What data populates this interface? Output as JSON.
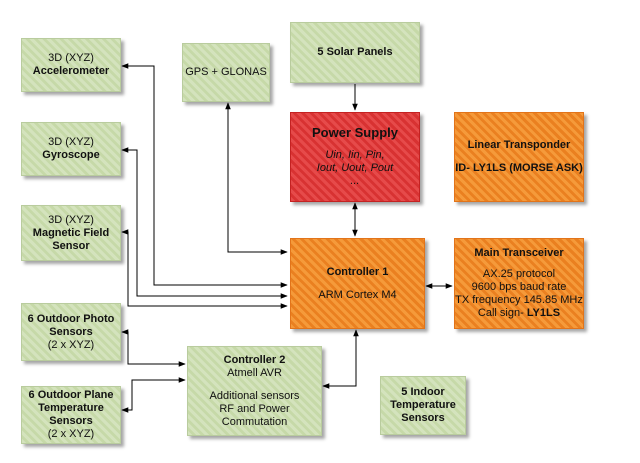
{
  "nodes": {
    "accelerometer": {
      "line1": "3D (XYZ)",
      "line2": "Accelerometer"
    },
    "gyroscope": {
      "line1": "3D (XYZ)",
      "line2": "Gyroscope"
    },
    "magnetic": {
      "line1": "3D (XYZ)",
      "line2": "Magnetic Field",
      "line3": "Sensor"
    },
    "photo": {
      "line1": "6 Outdoor Photo",
      "line2": "Sensors",
      "line3": "(2 x XYZ)"
    },
    "plane_temp": {
      "line1": "6 Outdoor Plane",
      "line2": "Temperature",
      "line3": "Sensors",
      "line4": "(2 x XYZ)"
    },
    "gps": {
      "label": "GPS + GLONAS"
    },
    "solar": {
      "label": "5 Solar Panels"
    },
    "power": {
      "title": "Power Supply",
      "line1": "Uin, Iin, Pin,",
      "line2": "Iout, Uout, Pout",
      "line3": "..."
    },
    "linear": {
      "title": "Linear Transponder",
      "id_label": "ID-",
      "id_value": "LY1LS (MORSE ASK)"
    },
    "controller1": {
      "title": "Controller 1",
      "subtitle": "ARM Cortex M4"
    },
    "transceiver": {
      "title": "Main Transceiver",
      "line1": "AX.25 protocol",
      "line2": "9600 bps baud rate",
      "line3": "TX frequency 145.85 MHz",
      "line4_prefix": "Call sign-",
      "line4_value": "LY1LS"
    },
    "controller2": {
      "title": "Controller 2",
      "subtitle": "Atmell AVR",
      "line1": "Additional sensors",
      "line2": "RF and Power",
      "line3": "Commutation"
    },
    "indoor": {
      "line1": "5 Indoor",
      "line2": "Temperature",
      "line3": "Sensors"
    }
  },
  "colors": {
    "green": "#cddfb3",
    "orange": "#f08c2e",
    "red": "#e03c3c",
    "arrow": "#000000"
  }
}
